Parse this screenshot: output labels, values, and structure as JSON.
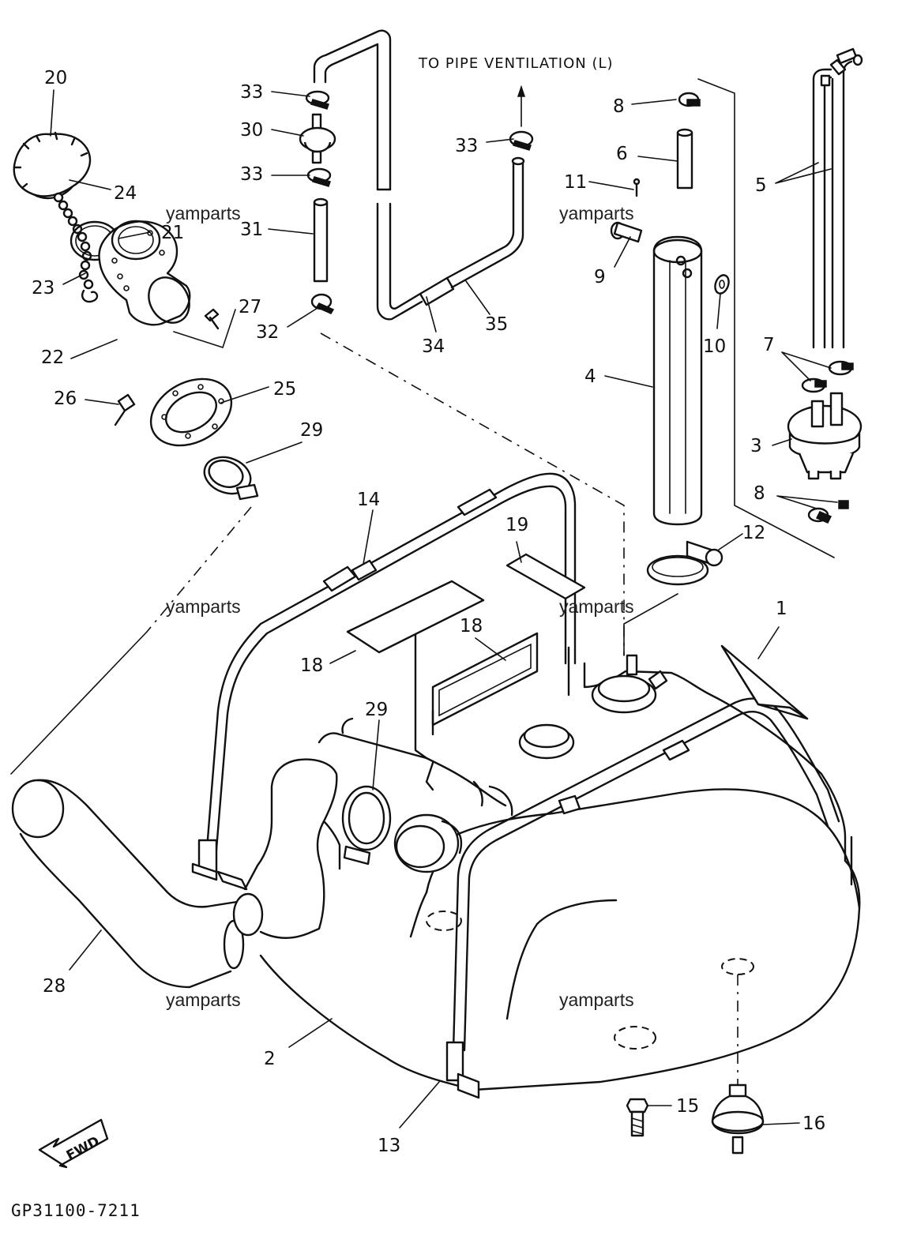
{
  "header_note": "TO PIPE VENTILATION (L)",
  "diagram_code": "GP31100-7211",
  "direction_marker": "FWD",
  "watermark": "yamparts",
  "callouts": [
    {
      "id": "c20",
      "label": "20"
    },
    {
      "id": "c24",
      "label": "24"
    },
    {
      "id": "c21",
      "label": "21"
    },
    {
      "id": "c23",
      "label": "23"
    },
    {
      "id": "c22",
      "label": "22"
    },
    {
      "id": "c27",
      "label": "27"
    },
    {
      "id": "c26",
      "label": "26"
    },
    {
      "id": "c25",
      "label": "25"
    },
    {
      "id": "c29a",
      "label": "29"
    },
    {
      "id": "c33a",
      "label": "33"
    },
    {
      "id": "c30",
      "label": "30"
    },
    {
      "id": "c33b",
      "label": "33"
    },
    {
      "id": "c31",
      "label": "31"
    },
    {
      "id": "c32",
      "label": "32"
    },
    {
      "id": "c34",
      "label": "34"
    },
    {
      "id": "c35",
      "label": "35"
    },
    {
      "id": "c33c",
      "label": "33"
    },
    {
      "id": "c8a",
      "label": "8"
    },
    {
      "id": "c6",
      "label": "6"
    },
    {
      "id": "c11",
      "label": "11"
    },
    {
      "id": "c9",
      "label": "9"
    },
    {
      "id": "c10",
      "label": "10"
    },
    {
      "id": "c4",
      "label": "4"
    },
    {
      "id": "c5",
      "label": "5"
    },
    {
      "id": "c7",
      "label": "7"
    },
    {
      "id": "c3",
      "label": "3"
    },
    {
      "id": "c8b",
      "label": "8"
    },
    {
      "id": "c12",
      "label": "12"
    },
    {
      "id": "c14",
      "label": "14"
    },
    {
      "id": "c19",
      "label": "19"
    },
    {
      "id": "c18a",
      "label": "18"
    },
    {
      "id": "c18b",
      "label": "18"
    },
    {
      "id": "c1",
      "label": "1"
    },
    {
      "id": "c29b",
      "label": "29"
    },
    {
      "id": "c28",
      "label": "28"
    },
    {
      "id": "c2",
      "label": "2"
    },
    {
      "id": "c13",
      "label": "13"
    },
    {
      "id": "c15",
      "label": "15"
    },
    {
      "id": "c16",
      "label": "16"
    }
  ]
}
